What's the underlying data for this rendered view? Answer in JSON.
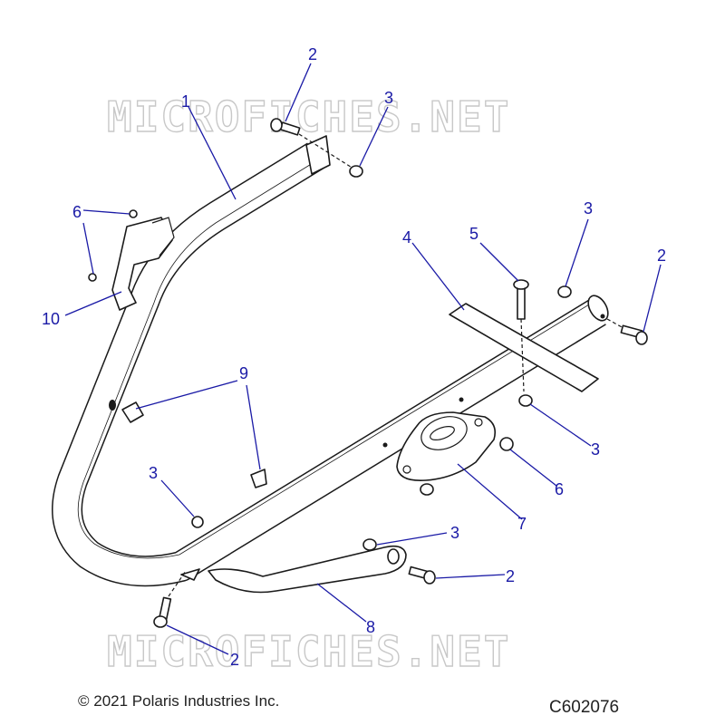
{
  "watermark": "MICROFICHES.NET",
  "copyright": "© 2021 Polaris Industries Inc.",
  "drawing_number": "C602076",
  "colors": {
    "callout": "#1a1aa6",
    "line": "#1a1a1a",
    "watermark": "#c8c8c8"
  },
  "callouts": [
    {
      "label": "1"
    },
    {
      "label": "2"
    },
    {
      "label": "3"
    },
    {
      "label": "6"
    },
    {
      "label": "10"
    },
    {
      "label": "4"
    },
    {
      "label": "5"
    },
    {
      "label": "3"
    },
    {
      "label": "2"
    },
    {
      "label": "9"
    },
    {
      "label": "3"
    },
    {
      "label": "6"
    },
    {
      "label": "3"
    },
    {
      "label": "7"
    },
    {
      "label": "3"
    },
    {
      "label": "2"
    },
    {
      "label": "8"
    },
    {
      "label": "2"
    }
  ]
}
